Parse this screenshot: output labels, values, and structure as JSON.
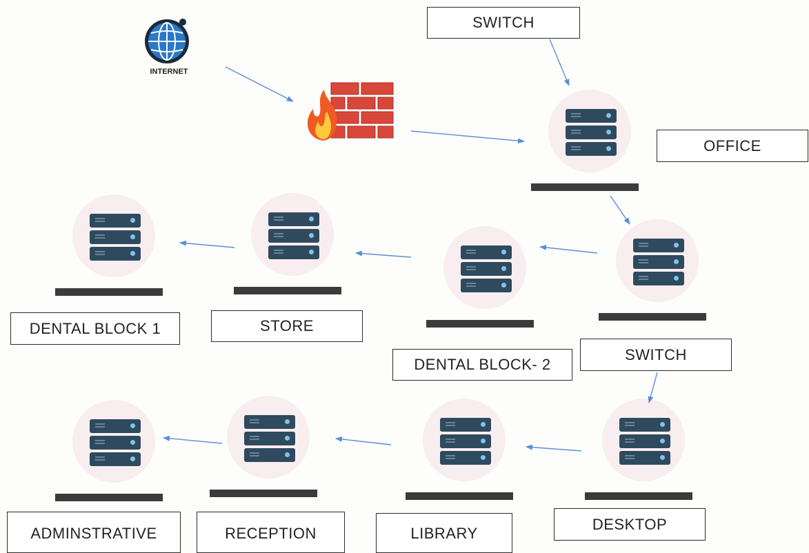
{
  "internet": {
    "label": "INTERNET"
  },
  "labels": {
    "switch_top": "SWITCH",
    "office": "OFFICE",
    "dental_block_1": "DENTAL BLOCK 1",
    "store": "STORE",
    "dental_block_2": "DENTAL BLOCK- 2",
    "switch_mid": "SWITCH",
    "adminstrative": "ADMINSTRATIVE",
    "reception": "RECEPTION",
    "library": "LIBRARY",
    "desktop": "DESKTOP"
  },
  "colors": {
    "arrow": "#5b8fd6",
    "server": "#2f4a5e",
    "server_led": "#7fc4ea",
    "halo": "#f8eef0",
    "firewall_brick": "#d9473a",
    "globe": "#2a78c8"
  },
  "icons": [
    "internet-globe-icon",
    "firewall-icon",
    "server-icon"
  ]
}
